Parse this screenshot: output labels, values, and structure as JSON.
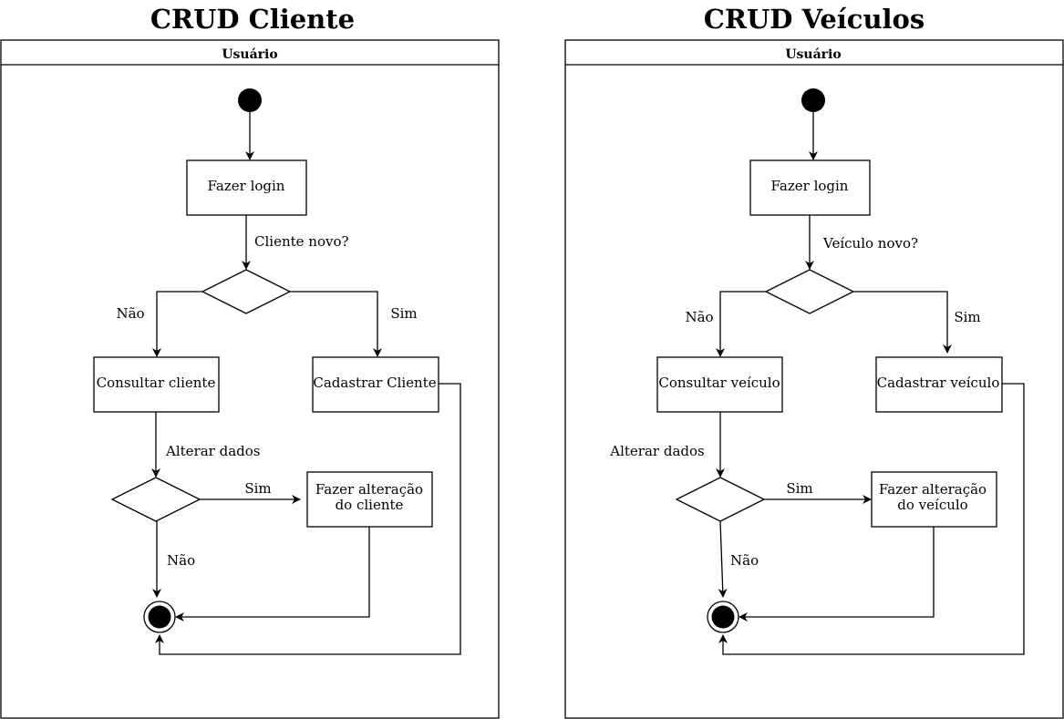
{
  "diagrams": [
    {
      "title": "CRUD Cliente",
      "lane_label": "Usuário",
      "login_label": "Fazer login",
      "decision1_label": "Cliente novo?",
      "branch_no_label": "Não",
      "branch_yes_label": "Sim",
      "consult_label": "Consultar cliente",
      "register_label": "Cadastrar Cliente",
      "decision2_label": "Alterar dados",
      "alter_yes_label": "Sim",
      "alter_label_line1": "Fazer alteração",
      "alter_label_line2": "do cliente",
      "alter_no_label": "Não"
    },
    {
      "title": "CRUD Veículos",
      "lane_label": "Usuário",
      "login_label": "Fazer login",
      "decision1_label": "Veículo novo?",
      "branch_no_label": "Não",
      "branch_yes_label": "Sim",
      "consult_label": "Consultar veículo",
      "register_label": "Cadastrar veículo",
      "decision2_label": "Alterar dados",
      "alter_yes_label": "Sim",
      "alter_label_line1": "Fazer alteração",
      "alter_label_line2": "do veículo",
      "alter_no_label": "Não"
    }
  ],
  "colors": {
    "stroke": "#000000",
    "background": "#ffffff"
  }
}
